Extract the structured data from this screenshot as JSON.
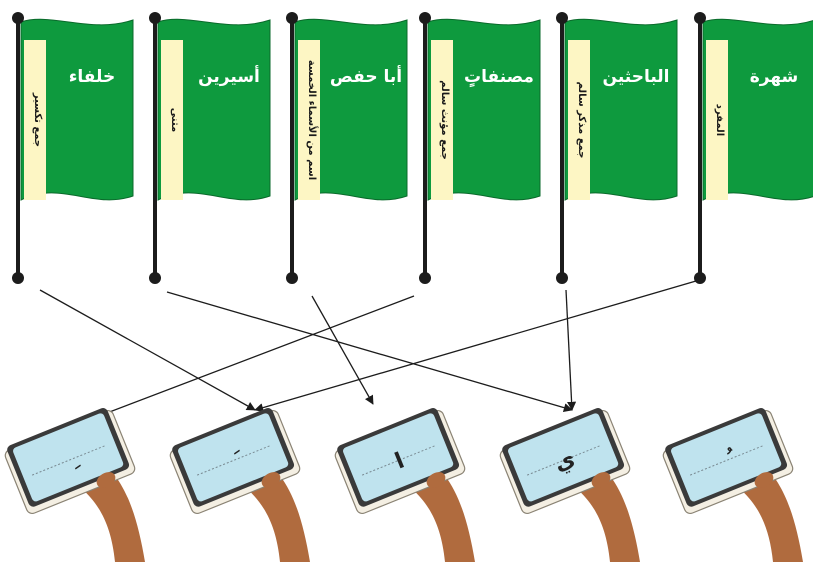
{
  "colors": {
    "flag_green": "#0e9a3e",
    "flag_edge": "#0a6a2b",
    "note_strip": "#fdf6c4",
    "pole": "#1c1c1c",
    "card_face": "#bfe3ee",
    "card_frame": "#3a3a3a",
    "hand_skin": "#b06b3e",
    "arrow": "#1c1c1c"
  },
  "flags": [
    {
      "title": "شهرة",
      "note": "المفرد"
    },
    {
      "title": "الباحثين",
      "note": "جمع مذكر سالم"
    },
    {
      "title": "مصنفاتٍ",
      "note": "جمع مؤنث سالم"
    },
    {
      "title": "أبا حفص",
      "note": "اسم من الأسماء الخمسة"
    },
    {
      "title": "أسيرين",
      "note": "مثنى"
    },
    {
      "title": "خلفاء",
      "note": "جمع تكسير"
    }
  ],
  "cards": [
    {
      "mark": "ِ",
      "icon": "kasra-card-icon"
    },
    {
      "mark": "َ",
      "icon": "fatha-card-icon"
    },
    {
      "mark": "ا",
      "icon": "alif-card-icon"
    },
    {
      "mark": "ي",
      "icon": "ya-card-icon"
    },
    {
      "mark": "ُ",
      "icon": "damma-card-icon"
    }
  ],
  "links": [
    {
      "from_flag": 0,
      "to_card": 1
    },
    {
      "from_flag": 1,
      "to_card": 3
    },
    {
      "from_flag": 2,
      "to_card": 0
    },
    {
      "from_flag": 3,
      "to_card": 2
    },
    {
      "from_flag": 4,
      "to_card": 3
    },
    {
      "from_flag": 5,
      "to_card": 1
    }
  ]
}
